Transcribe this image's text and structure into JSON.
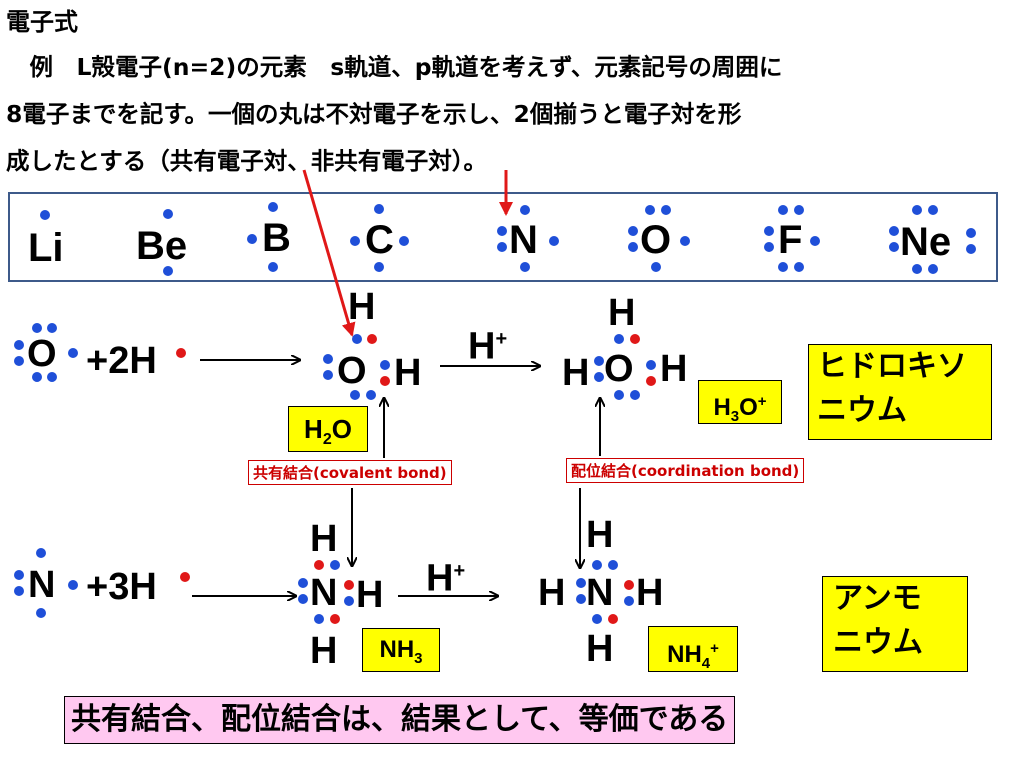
{
  "title": "電子式",
  "intro": {
    "line1": "　例　L殻電子(n=2)の元素　s軌道、p軌道を考えず、元素記号の周囲に",
    "line2": "8電子までを記す。一個の丸は不対電子を示し、2個揃うと電子対を形",
    "line3": "成したとする（共有電子対、非共有電子対）。"
  },
  "elements": [
    "Li",
    "Be",
    "B",
    "C",
    "N",
    "O",
    "F",
    "Ne"
  ],
  "water_row": {
    "reactant": "O",
    "plus": "+2H",
    "product_center": "O",
    "h": "H",
    "proton": "H",
    "proton_charge": "+",
    "formula_h2o": {
      "a": "H",
      "sub": "2",
      "b": "O"
    },
    "formula_h3o": {
      "a": "H",
      "sub": "3",
      "b": "O",
      "sup": "+"
    },
    "name": {
      "line1": "ヒドロキソ",
      "line2": "ニウム"
    }
  },
  "ammonia_row": {
    "reactant": "N",
    "plus": "+3H",
    "product_center": "N",
    "h": "H",
    "proton": "H",
    "proton_charge": "+",
    "formula_nh3": {
      "a": "NH",
      "sub": "3"
    },
    "formula_nh4": {
      "a": "NH",
      "sub": "4",
      "sup": "+"
    },
    "name": {
      "line1": "アンモ",
      "line2": "ニウム"
    }
  },
  "bond_labels": {
    "covalent": "共有結合(covalent bond)",
    "coordination": "配位結合(coordination bond)"
  },
  "conclusion": "共有結合、配位結合は、結果として、等価である",
  "colors": {
    "electron": "#1f4fd8",
    "hydrogen_electron": "#e01818",
    "box_border": "#3d5a8a",
    "label_yellow": "#ffff00",
    "conclusion_pink": "#ffc8f0",
    "annotation_red": "#cc0000"
  }
}
